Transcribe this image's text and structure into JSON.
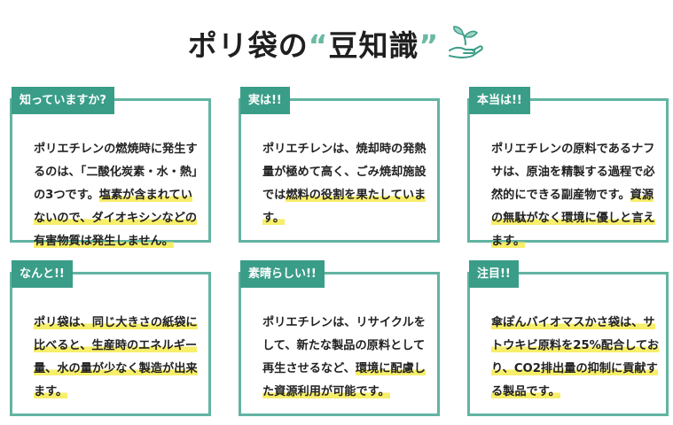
{
  "title": {
    "main": "ポリ袋の",
    "open_quote": "“",
    "highlight": "豆知識",
    "close_quote": "”",
    "icon": "sprout-hand-icon"
  },
  "colors": {
    "label_bg": "#3a9d88",
    "card_border": "#62b4a2",
    "quote": "#6ab9a4",
    "highlight": "#f7ee6a"
  },
  "cards": [
    {
      "label": "知っていますか?",
      "plain": "ポリエチレンの燃焼時に発生するのは、「二酸化炭素・水・熱」の3つです。",
      "highlight": "塩素が含まれていないので、ダイオキシンなどの有害物質は発生しません。",
      "after": ""
    },
    {
      "label": "実は!!",
      "plain": "ポリエチレンは、焼却時の発熱量が極めて高く、ごみ焼却施設では",
      "highlight": "燃料の役割を果たしています。",
      "after": ""
    },
    {
      "label": "本当は!!",
      "plain": "ポリエチレンの原料であるナフサは、原油を精製する過程で必然的にできる副産物です。",
      "highlight": "資源の無駄がなく環境に優しと言えます。",
      "after": ""
    },
    {
      "label": "なんと!!",
      "plain": "",
      "highlight": "ポリ袋は、同じ大きさの紙袋に比べると、生産時のエネルギー量、水の量が少なく製造が出来ます。",
      "after": ""
    },
    {
      "label": "素晴らしい!!",
      "plain": "ポリエチレンは、リサイクルをして、新たな製品の原料として再生させるなど、",
      "highlight": "環境に配慮した資源利用が可能です。",
      "after": ""
    },
    {
      "label": "注目!!",
      "plain": "",
      "highlight": "傘ぽんバイオマスかさ袋は、サトウキビ原料を25%配合しており、CO2排出量の抑制に貢献する製品です。",
      "after": ""
    }
  ]
}
